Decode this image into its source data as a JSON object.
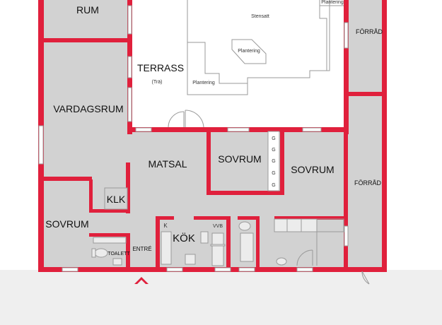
{
  "plan": {
    "rooms": {
      "rum": "RUM",
      "terrass": "TERRASS",
      "terrass_sub": "(Trä)",
      "vardagsrum": "VARDAGSRUM",
      "matsal": "MATSAL",
      "sovrum_mid": "SOVRUM",
      "sovrum_right": "SOVRUM",
      "forrad_top": "FÖRRÅD",
      "forrad_bottom": "FÖRRÅD",
      "klk": "KLK",
      "sovrum_left": "SOVRUM",
      "kok": "KÖK",
      "entre": "ENTRÉ",
      "toalett": "TOALETT"
    },
    "terrace": {
      "stensatt": "Stensatt",
      "plantering_1": "Plantering",
      "plantering_2": "Plantering",
      "plantering_3": "Plantering"
    },
    "fixtures": {
      "k": "K",
      "vvb": "VVB",
      "g": "G"
    },
    "colors": {
      "wall": "#e0203c",
      "floor": "#d2d2d2",
      "line": "#9a9a9a"
    }
  }
}
